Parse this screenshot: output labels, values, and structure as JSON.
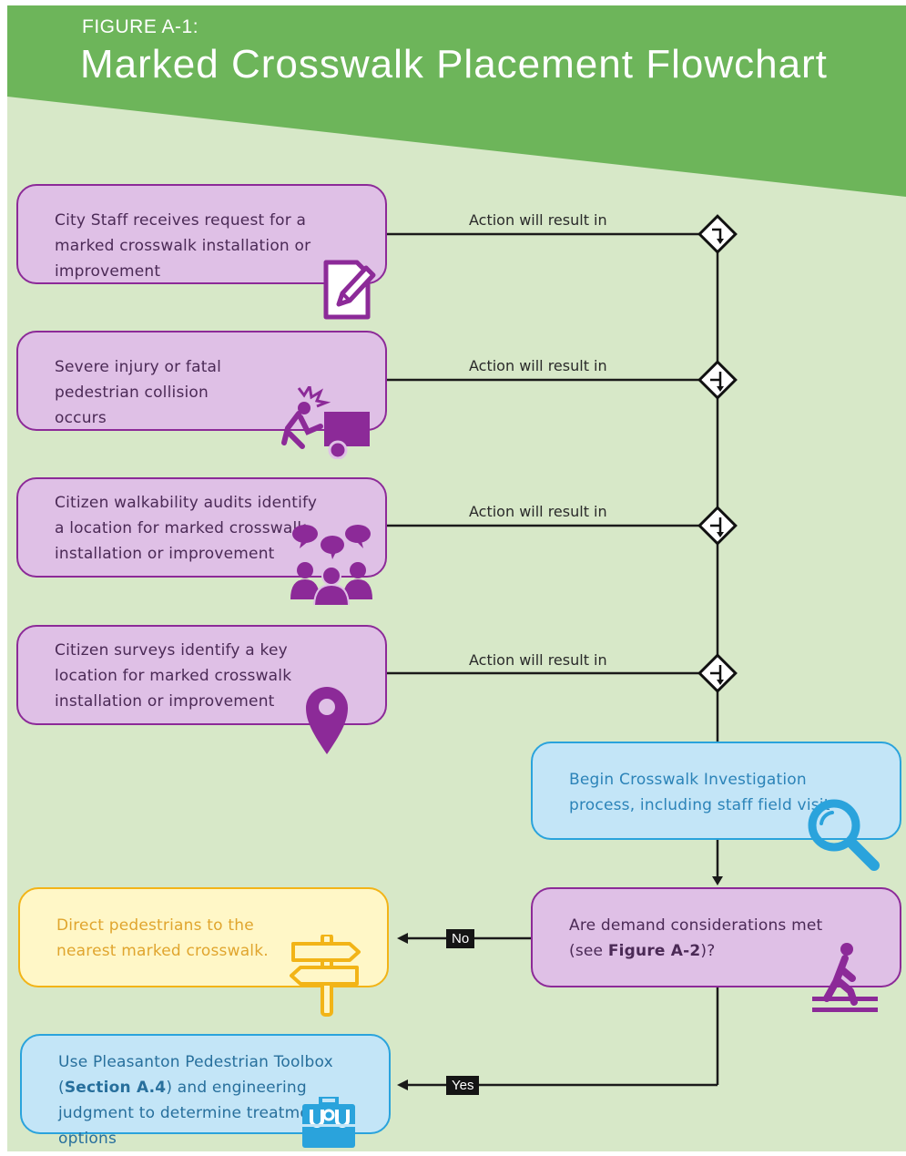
{
  "header": {
    "figure_label": "FIGURE A-1:",
    "title": "Marked Crosswalk Placement Flowchart"
  },
  "triggers": [
    {
      "text": "City Staff receives request for a marked crosswalk installation or improvement",
      "icon": "document-edit-icon"
    },
    {
      "text": "Severe injury or fatal pedestrian collision occurs",
      "icon": "collision-icon"
    },
    {
      "text": "Citizen walkability audits identify a location for marked crosswalk installation or improvement",
      "icon": "people-discussion-icon"
    },
    {
      "text": "Citizen surveys identify a key location for marked crosswalk installation or improvement",
      "icon": "map-pin-icon"
    }
  ],
  "connector_label": "Action will result in",
  "investigation": {
    "text": "Begin Crosswalk Investigation process, including staff field visit",
    "icon": "magnifier-icon"
  },
  "decision": {
    "text_before": "Are demand considerations met (see ",
    "text_bold": "Figure A-2",
    "text_after": ")?",
    "icon": "pedestrian-crossing-icon"
  },
  "no_branch": {
    "label": "No",
    "text": "Direct pedestrians to the nearest marked crosswalk.",
    "icon": "signpost-icon"
  },
  "yes_branch": {
    "label": "Yes",
    "text_before": "Use Pleasanton Pedestrian Toolbox (",
    "text_bold": "Section A.4",
    "text_after": ") and engineering judgment to determine treatment options",
    "icon": "toolbox-icon"
  },
  "colors": {
    "header_green": "#6db55a",
    "background": "#d7e8c8",
    "purple": "#8c2a98",
    "blue": "#2aa3dc",
    "yellow": "#f2b417"
  }
}
